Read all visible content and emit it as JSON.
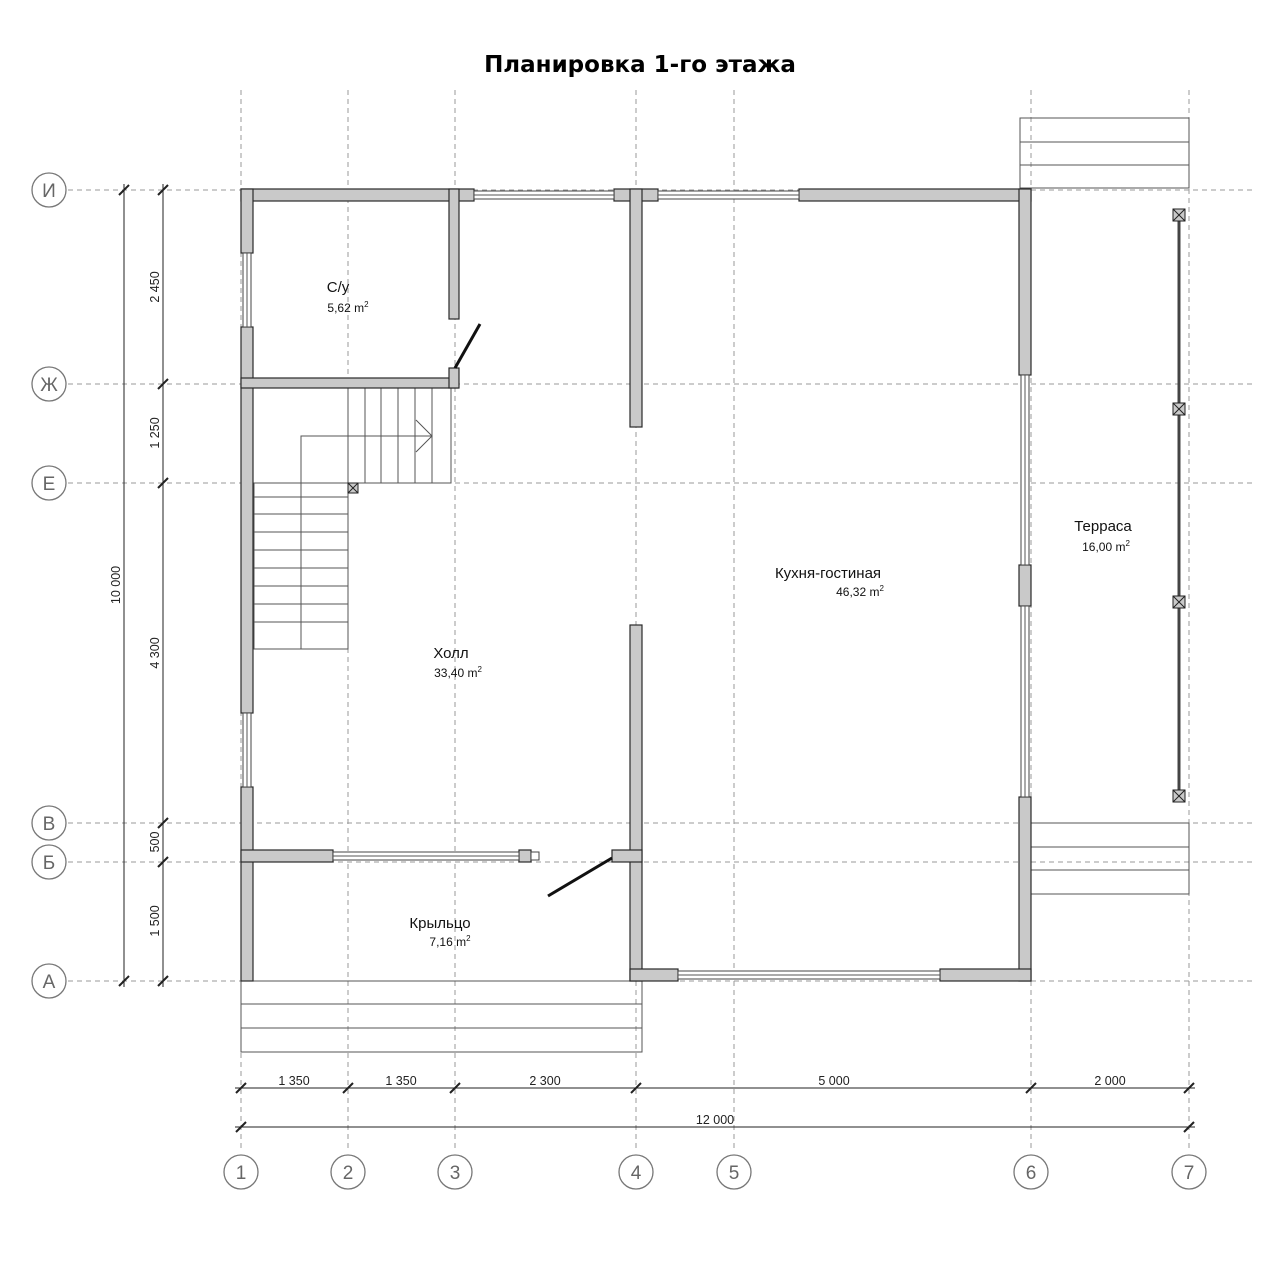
{
  "title": "Планировка 1-го этажа",
  "grid_axes": {
    "vertical": [
      "1",
      "2",
      "3",
      "4",
      "5",
      "6",
      "7"
    ],
    "horizontal": [
      "И",
      "Ж",
      "Е",
      "В",
      "Б",
      "А"
    ]
  },
  "dimensions": {
    "bottom": [
      "1 350",
      "1 350",
      "2 300",
      "5 000",
      "2 000"
    ],
    "bottom_total": "12 000",
    "left": [
      "2 450",
      "1 250",
      "4 300",
      "500",
      "1 500"
    ],
    "left_total": "10 000"
  },
  "rooms": [
    {
      "name": "С/у",
      "area": "5,62 m",
      "sup": "2"
    },
    {
      "name": "Холл",
      "area": "33,40 m",
      "sup": "2"
    },
    {
      "name": "Крыльцо",
      "area": "7,16 m",
      "sup": "2"
    },
    {
      "name": "Кухня-гостиная",
      "area": "46,32 m",
      "sup": "2"
    },
    {
      "name": "Терраса",
      "area": "16,00 m",
      "sup": "2"
    }
  ]
}
